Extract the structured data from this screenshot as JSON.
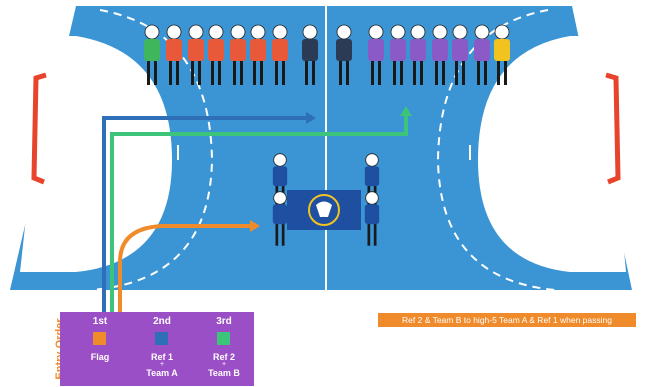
{
  "legend": {
    "title": "Entry Order",
    "items": [
      {
        "order": "1st",
        "label": "Flag",
        "color": "#f08b2b"
      },
      {
        "order": "2nd",
        "label": "Ref 1",
        "plus": "+",
        "label2": "Team A",
        "color": "#2f6fb8"
      },
      {
        "order": "3rd",
        "label": "Ref 2",
        "plus": "+",
        "label2": "Team B",
        "color": "#3cc47a"
      }
    ]
  },
  "note": "Ref 2 & Team B to high-5 Team A & Ref 1 when passing",
  "colors": {
    "court": "#3b94d4",
    "zone": "#ffffff",
    "goal": "#e8442c",
    "team_a": "#e8593a",
    "team_a_keeper": "#3fb55c",
    "team_b": "#8a5bc6",
    "team_b_keeper": "#f2c21e",
    "referee": "#2b3a55",
    "flag_bearer": "#1f4fa0",
    "flag": "#1f4fa0",
    "path_flag": "#f08b2b",
    "path_team_a": "#2f6fb8",
    "path_team_b": "#3cc47a"
  }
}
